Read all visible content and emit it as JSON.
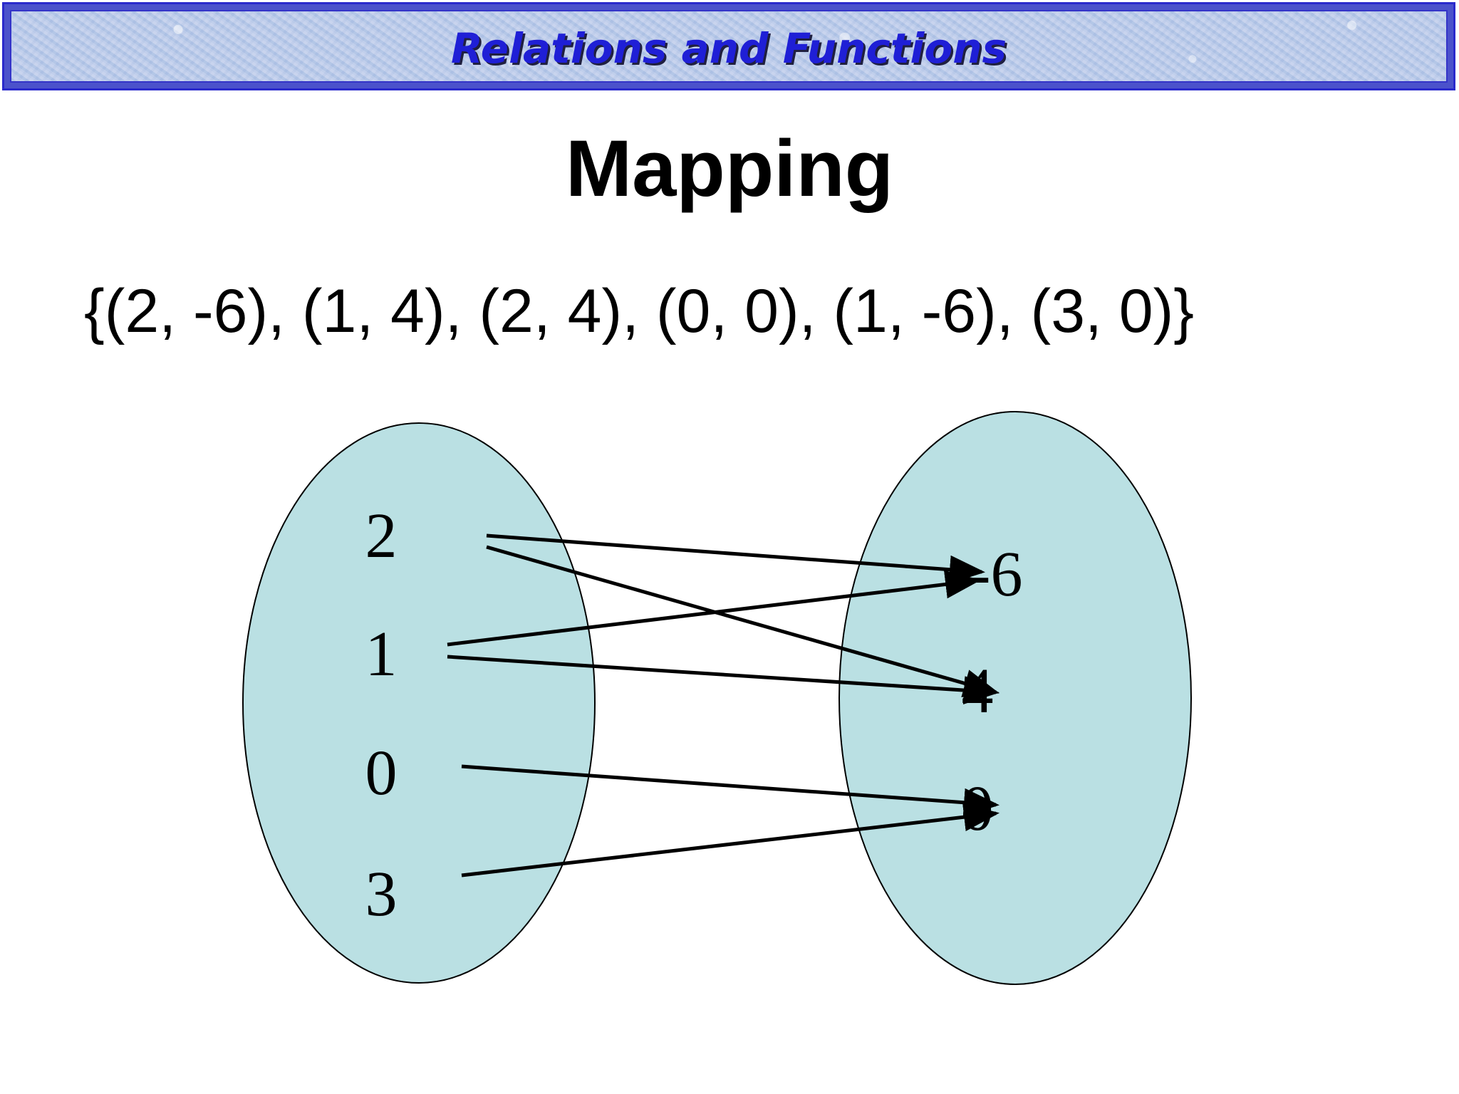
{
  "banner": {
    "title": "Relations and Functions"
  },
  "heading": "Mapping",
  "relation_text": "{(2, -6), (1, 4), (2, 4), (0, 0), (1, -6), (3, 0)}",
  "mapping": {
    "fill_color": "#bae0e3",
    "domain": [
      "2",
      "1",
      "0",
      "3"
    ],
    "range": [
      "-6",
      "4",
      "0"
    ],
    "arrows": [
      {
        "from": "2",
        "to": "-6"
      },
      {
        "from": "2",
        "to": "4"
      },
      {
        "from": "1",
        "to": "-6"
      },
      {
        "from": "1",
        "to": "4"
      },
      {
        "from": "0",
        "to": "0"
      },
      {
        "from": "3",
        "to": "0"
      }
    ]
  }
}
